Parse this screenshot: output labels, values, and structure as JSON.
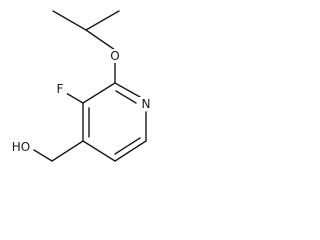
{
  "molecule": {
    "atom_labels": {
      "oxygen_ether": "O",
      "fluorine": "F",
      "nitrogen": "N",
      "hydroxyl": "HO"
    },
    "colors": {
      "bond": "#1a1a1a",
      "text": "#1a1a1a",
      "background": "#ffffff"
    }
  }
}
